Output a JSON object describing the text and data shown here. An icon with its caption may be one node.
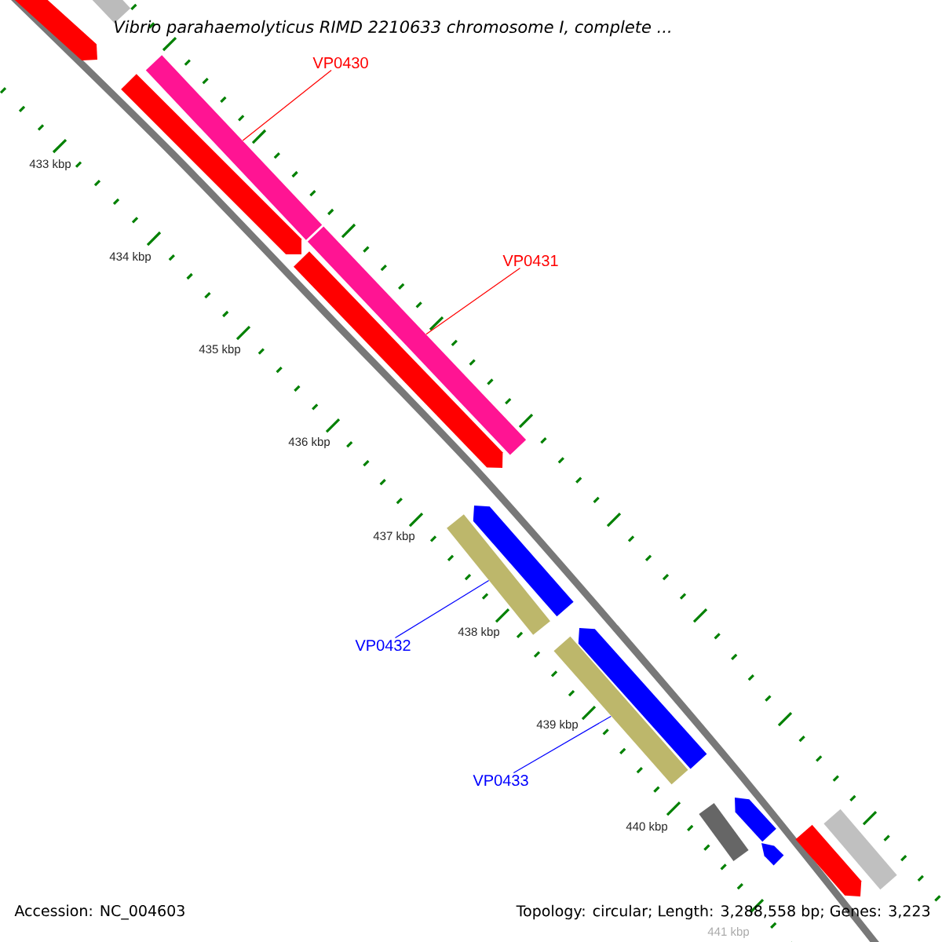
{
  "diagram": {
    "title": "Vibrio parahaemolyticus RIMD 2210633 chromosome I, complete ...",
    "nodes": [
      {
        "text": [
          "VP0430"
        ]
      },
      {
        "text": [],
        "shape": "bar"
      },
      {
        "text": [
          "VP0431"
        ]
      },
      {
        "text": [],
        "shape": "bar"
      },
      {
        "text": [
          "VP0432"
        ]
      },
      {
        "text": [],
        "shape": "bar"
      },
      {
        "text": [
          "VP0433"
        ]
      },
      {
        "text": [],
        "shape": "bar"
      }
    ],
    "edges": [
      {
        "from": 0,
        "to": 1,
        "arrow": "none",
        "color": "#ff0000"
      },
      {
        "from": 2,
        "to": 3,
        "arrow": "none",
        "color": "#ff0000"
      },
      {
        "from": 4,
        "to": 5,
        "arrow": "none",
        "color": "#0000ff"
      },
      {
        "from": 6,
        "to": 7,
        "arrow": "none",
        "color": "#0000ff"
      }
    ],
    "labels": [
      "433 kbp",
      "434 kbp",
      "435 kbp",
      "436 kbp",
      "437 kbp",
      "438 kbp",
      "439 kbp",
      "440 kbp",
      "441 kbp",
      "Accession: NC_004603",
      "Topology: circular; Length: 3,288,558 bp; Genes: 3,223"
    ]
  }
}
